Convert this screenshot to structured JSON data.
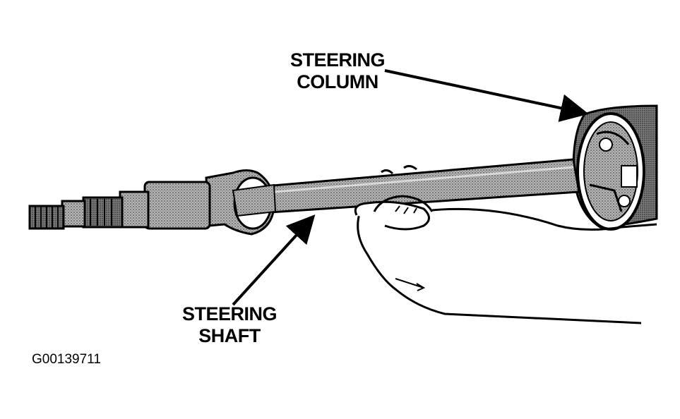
{
  "labels": {
    "steering_column": [
      "STEERING",
      "COLUMN"
    ],
    "steering_shaft": [
      "STEERING",
      "SHAFT"
    ]
  },
  "figure_id": "G00139711",
  "colors": {
    "ink": "#000000",
    "shading": "#8a8a8a",
    "paper": "#ffffff"
  }
}
